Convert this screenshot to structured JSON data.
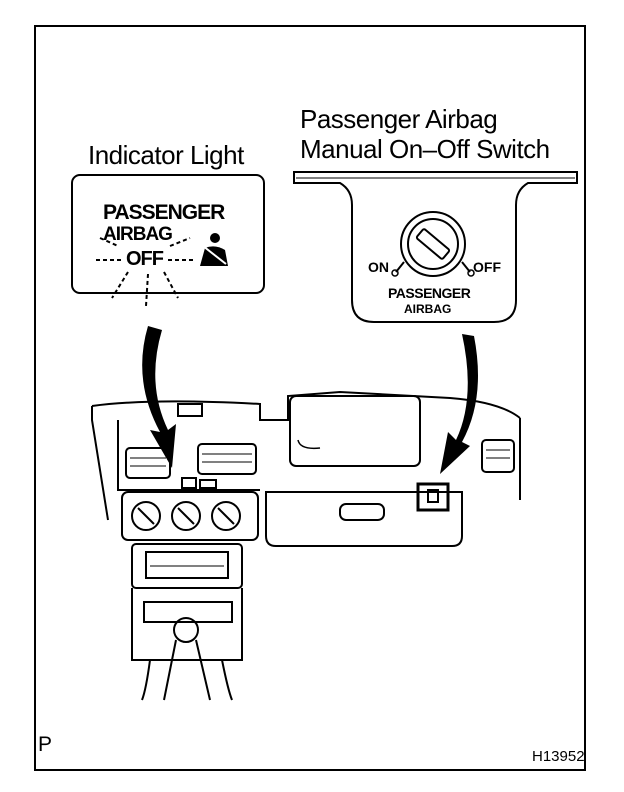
{
  "indicator": {
    "title": "Indicator Light",
    "line1": "PASSENGER",
    "line2": "AIRBAG",
    "line3": "OFF"
  },
  "switch": {
    "title_line1": "Passenger Airbag",
    "title_line2": "Manual On–Off Switch",
    "on_label": "ON",
    "off_label": "OFF",
    "caption_line1": "PASSENGER",
    "caption_line2": "AIRBAG"
  },
  "corner_letter": "P",
  "figure_id": "H13952",
  "icons": [
    "seatbelt-person-icon",
    "key-cylinder-icon"
  ]
}
